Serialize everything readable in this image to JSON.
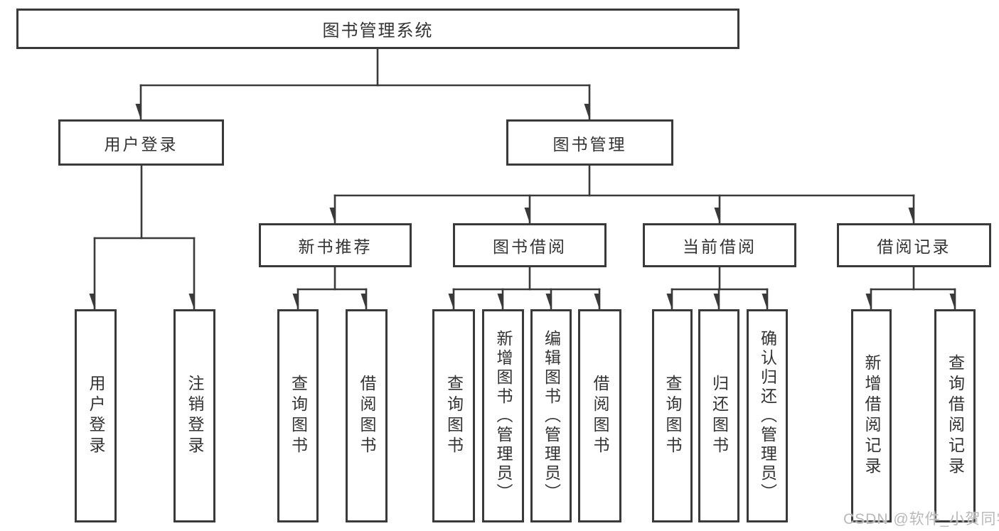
{
  "diagram": {
    "title": "图书管理系统",
    "branches": [
      {
        "label": "用户登录",
        "children": [
          {
            "label": "用户登录"
          },
          {
            "label": "注销登录"
          }
        ]
      },
      {
        "label": "图书管理",
        "children": [
          {
            "label": "新书推荐",
            "children": [
              {
                "label": "查询图书"
              },
              {
                "label": "借阅图书"
              }
            ]
          },
          {
            "label": "图书借阅",
            "children": [
              {
                "label": "查询图书"
              },
              {
                "label": "新增图书（管理员）"
              },
              {
                "label": "编辑图书（管理员）"
              },
              {
                "label": "借阅图书"
              }
            ]
          },
          {
            "label": "当前借阅",
            "children": [
              {
                "label": "查询图书"
              },
              {
                "label": "归还图书"
              },
              {
                "label": "确认归还（管理员）"
              }
            ]
          },
          {
            "label": "借阅记录",
            "children": [
              {
                "label": "新增借阅记录"
              },
              {
                "label": "查询借阅记录"
              }
            ]
          }
        ]
      }
    ]
  },
  "watermark": {
    "text": "CSDN @软件_小贺同学"
  },
  "colors": {
    "line": "#3a3a3a",
    "text": "#333333",
    "watermark": "#b9b9b9",
    "bg": "#ffffff"
  }
}
